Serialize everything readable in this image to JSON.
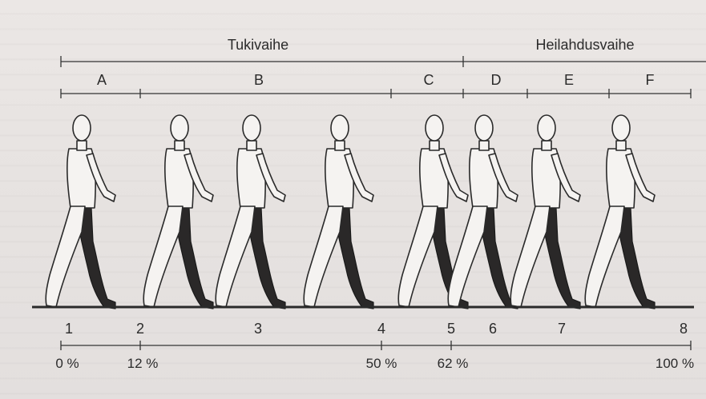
{
  "phases": {
    "stance": "Tukivaihe",
    "swing": "Heilahdusvaihe"
  },
  "sub_phases": [
    "A",
    "B",
    "C",
    "D",
    "E",
    "F"
  ],
  "events": [
    "1",
    "2",
    "3",
    "4",
    "5",
    "6",
    "7",
    "8"
  ],
  "percent_labels": [
    "0 %",
    "12 %",
    "50 %",
    "62 %",
    "100 %"
  ]
}
